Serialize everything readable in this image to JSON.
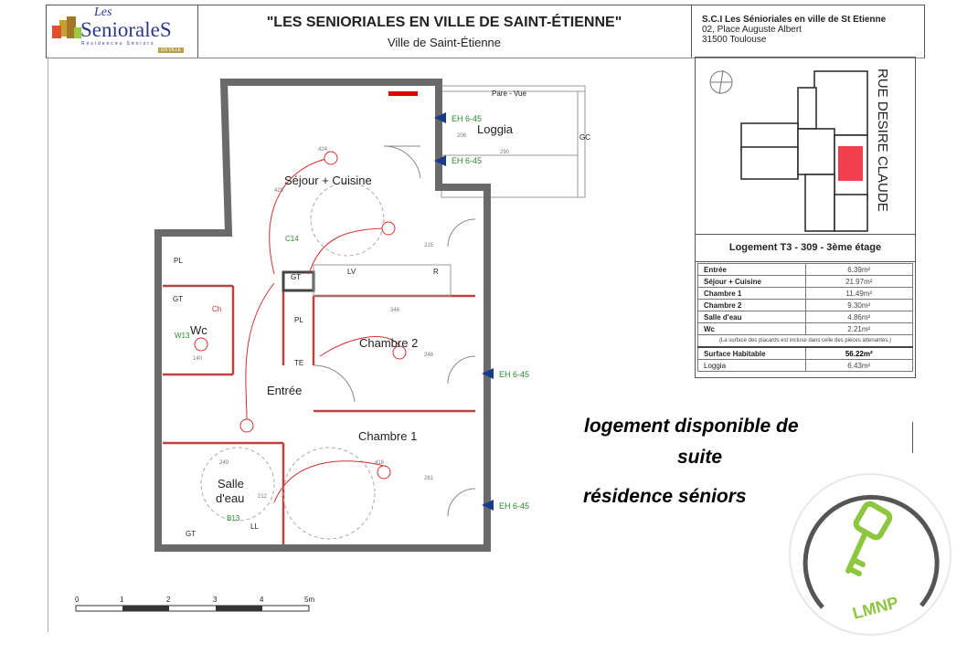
{
  "header": {
    "logo": {
      "line1": "Les",
      "line2": "SenioraleS",
      "tagline": "Résidences Séniors",
      "badge": "EN VILLE"
    },
    "title": "\"LES SENIORIALES EN VILLE DE SAINT-ÉTIENNE\"",
    "subtitle": "Ville de Saint-Étienne",
    "company": {
      "name": "S.C.I Les Sénioriales en ville de St Etienne",
      "address1": "02, Place Auguste Albert",
      "address2": "31500 Toulouse"
    }
  },
  "location_map": {
    "street": "RUE DESIRE CLAUDE",
    "highlight_color": "#f04050"
  },
  "unit": {
    "title": "Logement T3 - 309 - 3ème étage",
    "rooms": [
      {
        "name": "Entrée",
        "area": "6.39m²"
      },
      {
        "name": "Séjour + Cuisine",
        "area": "21.97m²"
      },
      {
        "name": "Chambre 1",
        "area": "11.49m²"
      },
      {
        "name": "Chambre 2",
        "area": "9.30m²"
      },
      {
        "name": "Salle d'eau",
        "area": "4.86m²"
      },
      {
        "name": "Wc",
        "area": "2.21m²"
      }
    ],
    "note": "(La surface des placards est incluse dans celle des pièces attenantes.)",
    "total": {
      "name": "Surface Habitable",
      "area": "56.22m²"
    },
    "loggia": {
      "name": "Loggia",
      "area": "6.43m²"
    }
  },
  "plan": {
    "rooms": {
      "sejour": "Séjour + Cuisine",
      "loggia": "Loggia",
      "chambre2": "Chambre 2",
      "chambre1": "Chambre 1",
      "entree": "Entrée",
      "wc": "Wc",
      "salle1": "Salle",
      "salle2": "d'eau"
    },
    "labels": {
      "pare_vue": "Pare - Vue",
      "gc": "GC",
      "pl1": "PL",
      "pl2": "PL",
      "gt1": "GT",
      "gt2": "GT",
      "gt3": "GT",
      "lv": "LV",
      "r": "R",
      "ll": "LL",
      "c14": "C14",
      "w13": "W13",
      "b13": "B13",
      "ch": "Ch",
      "te": "TE"
    },
    "dims": {
      "d424": "424",
      "d429": "429",
      "d290": "290",
      "d206": "206",
      "d215": "215",
      "d346": "346",
      "d248": "248",
      "d140": "140",
      "d416": "416",
      "d281": "281",
      "d249": "249",
      "d212": "212"
    },
    "windows": [
      "EH 6-45",
      "EH 6-45",
      "EH 6-45",
      "EH 6-45"
    ]
  },
  "scale": {
    "ticks": [
      "0",
      "1",
      "2",
      "3",
      "4",
      "5m"
    ]
  },
  "overlay": {
    "line1": "logement disponible de",
    "line2": "suite",
    "line3": "résidence séniors"
  },
  "badge": {
    "label": "LMNP",
    "color": "#8dc63f"
  }
}
